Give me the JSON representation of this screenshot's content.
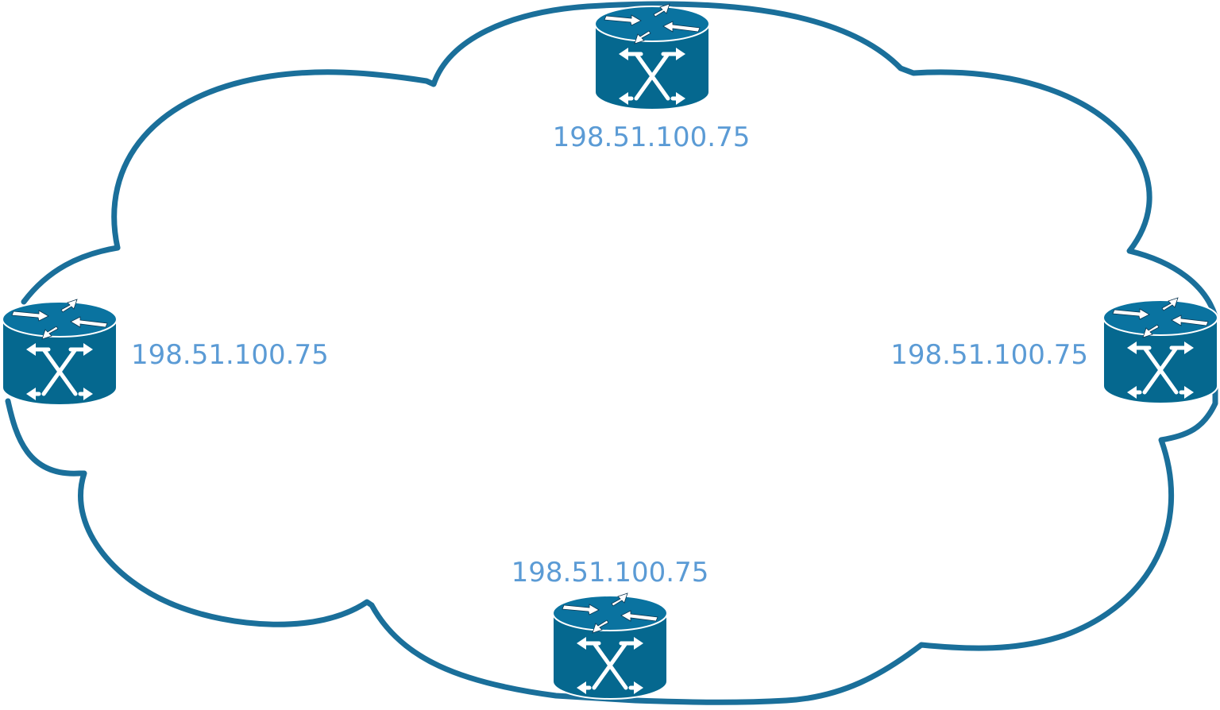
{
  "colors": {
    "cloud_stroke": "#1a6f9a",
    "router_fill": "#05688f",
    "router_top": "#0a73a0",
    "arrow_fill": "#ffffff",
    "label": "#5b9bd5"
  },
  "routers": {
    "top": {
      "ip": "198.51.100.75",
      "icon": "router-icon"
    },
    "left": {
      "ip": "198.51.100.75",
      "icon": "router-icon"
    },
    "right": {
      "ip": "198.51.100.75",
      "icon": "router-icon"
    },
    "bottom": {
      "ip": "198.51.100.75",
      "icon": "router-icon"
    }
  }
}
